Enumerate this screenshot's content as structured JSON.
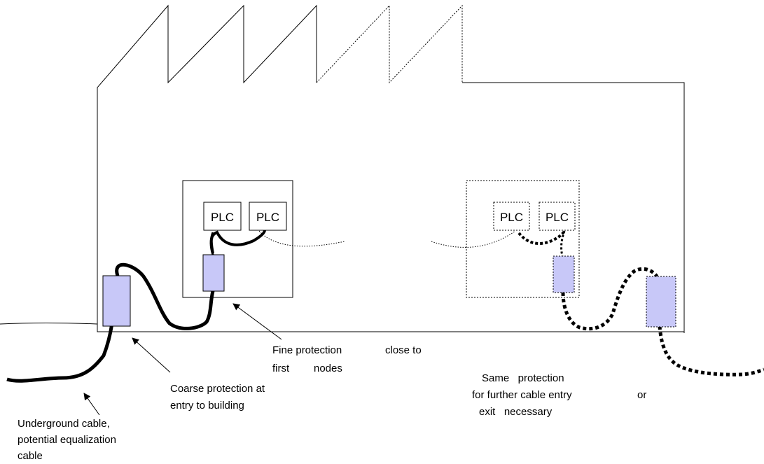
{
  "plc_boxes": {
    "left_1": "PLC",
    "left_2": "PLC",
    "right_1": "PLC",
    "right_2": "PLC"
  },
  "labels": {
    "fine_protection": {
      "line1a": "Fine protection",
      "line1b": "close to",
      "line2a": "first",
      "line2b": "nodes"
    },
    "coarse_protection": {
      "line1": "Coarse protection at",
      "line2": "entry to building"
    },
    "underground_cable": {
      "line1": "Underground cable,",
      "line2": "potential equalization",
      "line3": "cable"
    },
    "same_protection": {
      "line1": "Same   protection",
      "line2a": "for further cable entry",
      "line2b": "or",
      "line3": "exit   necessary"
    }
  },
  "colors": {
    "protection_fill": "#c8c8f8",
    "line": "#000000"
  }
}
